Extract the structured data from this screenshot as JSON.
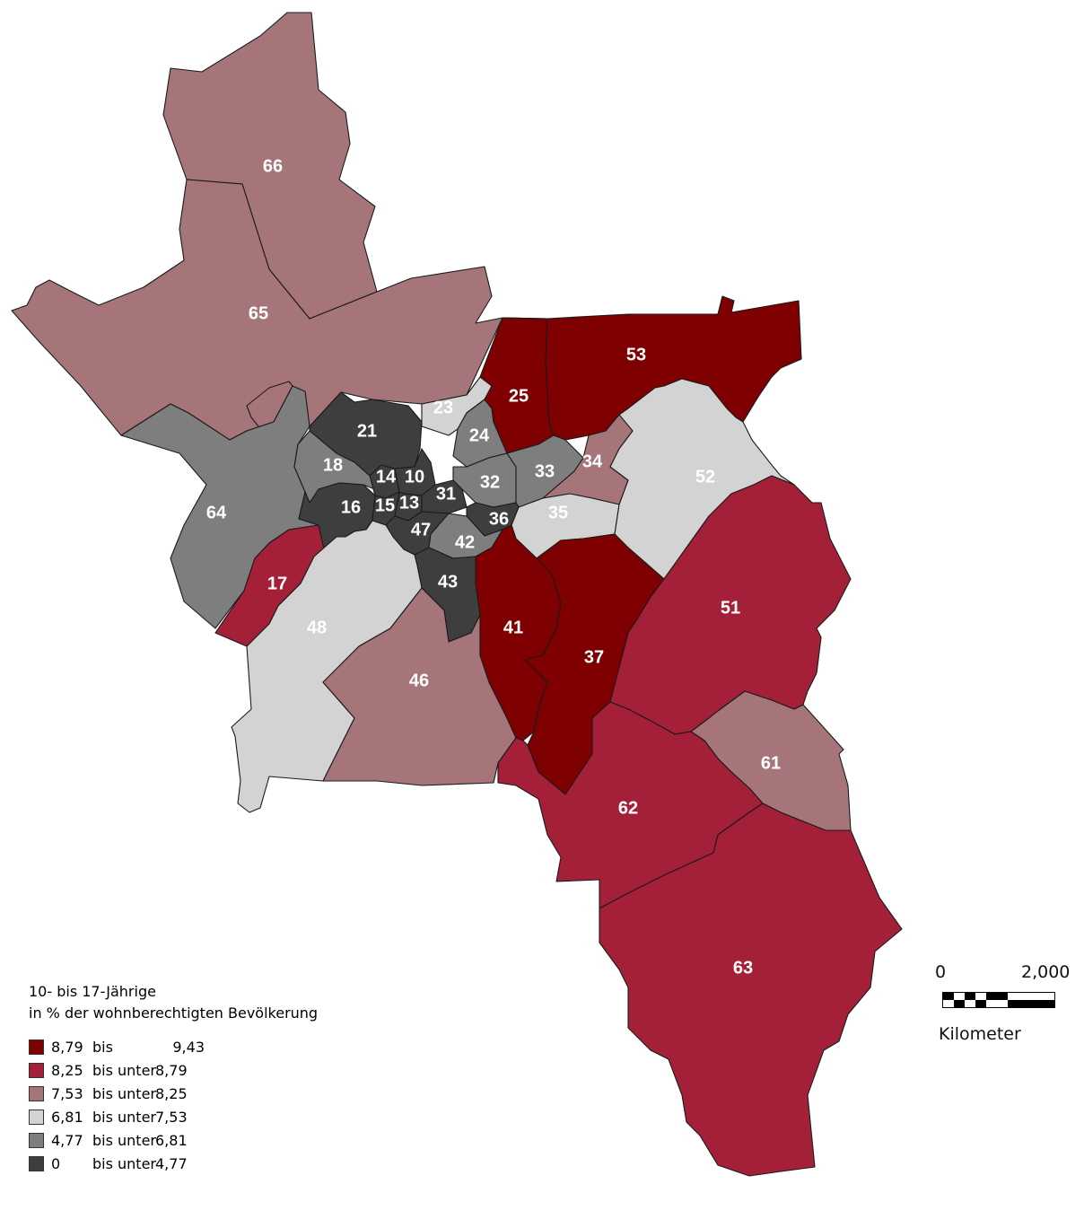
{
  "legend": {
    "title_line1": "10- bis 17-Jährige",
    "title_line2": "in % der wohnberechtigten Bevölkerung",
    "classes": [
      {
        "from": "8,79",
        "connector": "bis",
        "to": "9,43",
        "color": "#7e0000"
      },
      {
        "from": "8,25",
        "connector": "bis unter",
        "to": "8,79",
        "color": "#a42038"
      },
      {
        "from": "7,53",
        "connector": "bis unter",
        "to": "8,25",
        "color": "#a67579"
      },
      {
        "from": "6,81",
        "connector": "bis unter",
        "to": "7,53",
        "color": "#d3d3d3"
      },
      {
        "from": "4,77",
        "connector": "bis unter",
        "to": "6,81",
        "color": "#7e7e7e"
      },
      {
        "from": "0",
        "connector": "bis unter",
        "to": "4,77",
        "color": "#3e3e3e"
      }
    ]
  },
  "scale": {
    "zero": "0",
    "max": "2,000",
    "unit": "Kilometer"
  },
  "districts": [
    {
      "id": "10",
      "cls": 5
    },
    {
      "id": "13",
      "cls": 5
    },
    {
      "id": "14",
      "cls": 5
    },
    {
      "id": "15",
      "cls": 5
    },
    {
      "id": "16",
      "cls": 5
    },
    {
      "id": "17",
      "cls": 1
    },
    {
      "id": "18",
      "cls": 4
    },
    {
      "id": "21",
      "cls": 5
    },
    {
      "id": "23",
      "cls": 3
    },
    {
      "id": "24",
      "cls": 4
    },
    {
      "id": "25",
      "cls": 0
    },
    {
      "id": "31",
      "cls": 5
    },
    {
      "id": "32",
      "cls": 4
    },
    {
      "id": "33",
      "cls": 4
    },
    {
      "id": "34",
      "cls": 2
    },
    {
      "id": "35",
      "cls": 3
    },
    {
      "id": "36",
      "cls": 5
    },
    {
      "id": "37",
      "cls": 0
    },
    {
      "id": "41",
      "cls": 0
    },
    {
      "id": "42",
      "cls": 4
    },
    {
      "id": "43",
      "cls": 5
    },
    {
      "id": "46",
      "cls": 2
    },
    {
      "id": "47",
      "cls": 5
    },
    {
      "id": "48",
      "cls": 3
    },
    {
      "id": "51",
      "cls": 1
    },
    {
      "id": "52",
      "cls": 3
    },
    {
      "id": "53",
      "cls": 0
    },
    {
      "id": "61",
      "cls": 2
    },
    {
      "id": "62",
      "cls": 1
    },
    {
      "id": "63",
      "cls": 1
    },
    {
      "id": "64",
      "cls": 4
    },
    {
      "id": "65",
      "cls": 2
    },
    {
      "id": "66",
      "cls": 2
    }
  ]
}
